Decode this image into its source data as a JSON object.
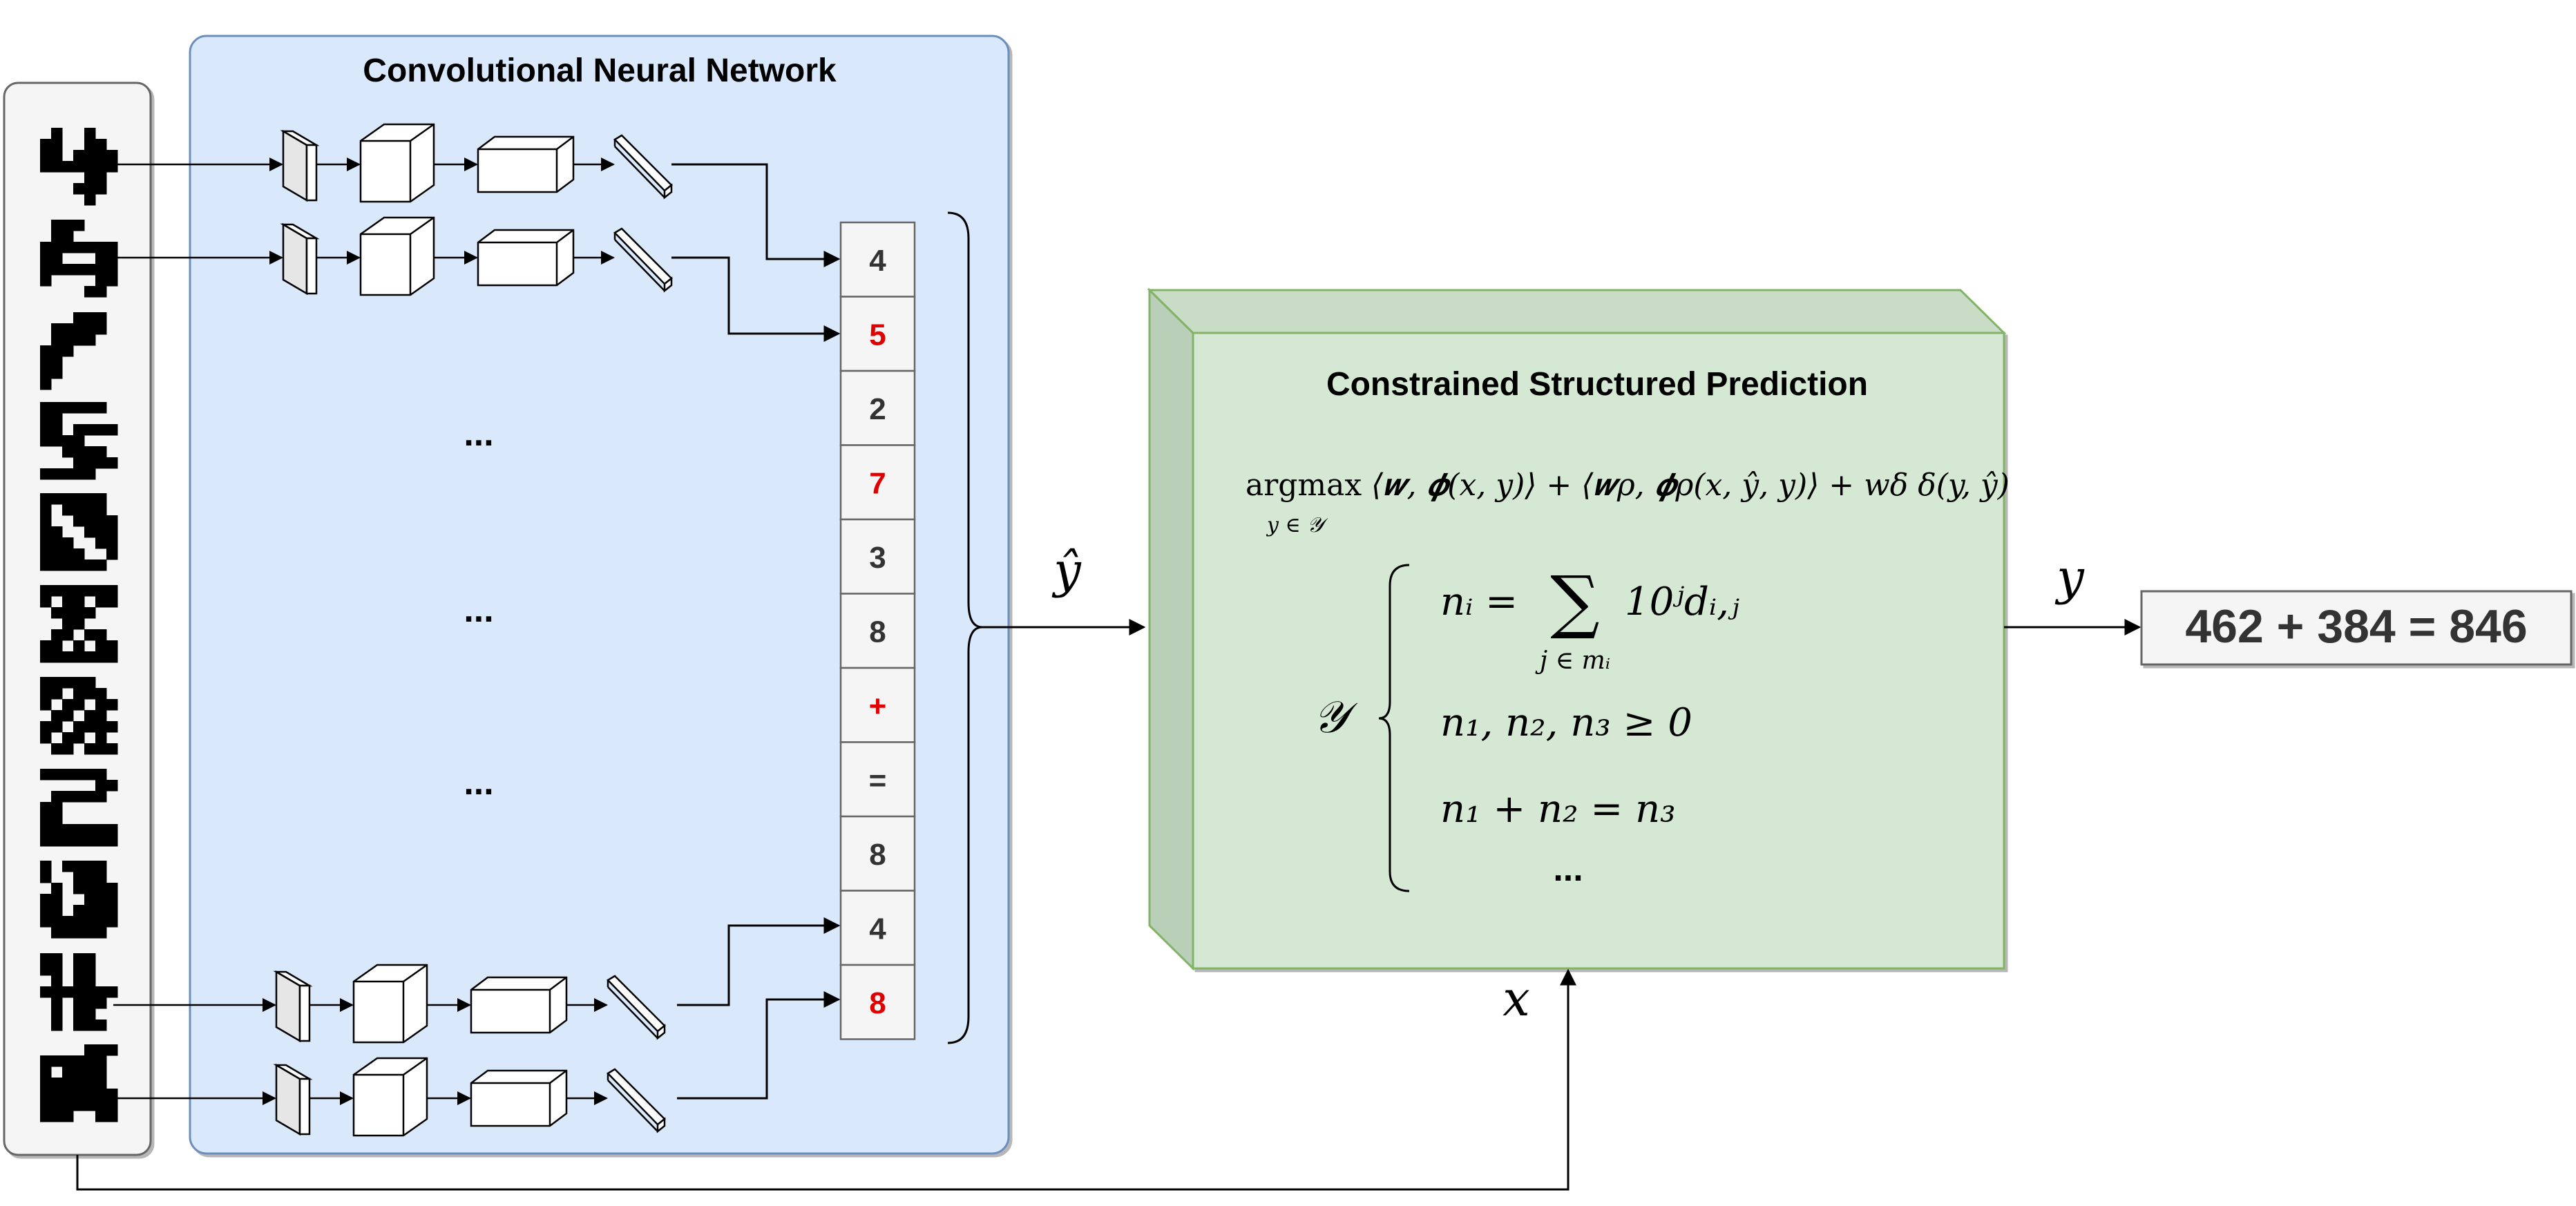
{
  "cnn": {
    "title": "Convolutional Neural Network",
    "ellipsis": [
      "...",
      "...",
      "..."
    ]
  },
  "sequence": [
    {
      "text": "4",
      "color": "#333333"
    },
    {
      "text": "5",
      "color": "#e00000"
    },
    {
      "text": "2",
      "color": "#333333"
    },
    {
      "text": "7",
      "color": "#e00000"
    },
    {
      "text": "3",
      "color": "#333333"
    },
    {
      "text": "8",
      "color": "#333333"
    },
    {
      "text": "+",
      "color": "#e00000"
    },
    {
      "text": "=",
      "color": "#333333"
    },
    {
      "text": "8",
      "color": "#333333"
    },
    {
      "text": "4",
      "color": "#333333"
    },
    {
      "text": "8",
      "color": "#e00000"
    }
  ],
  "csp": {
    "title": "Constrained Structured Prediction",
    "argmax": "argmax",
    "argmax_sub": "y ∈ 𝒴",
    "objective": "⟨𝒘, 𝝓(x, y)⟩ + ⟨𝒘ρ, 𝝓ρ(x, ŷ, y)⟩ + wδ δ(y, ŷ)",
    "set_label": "𝒴",
    "constraints": {
      "c1_lhs": "nᵢ =",
      "c1_sum": "∑",
      "c1_rhs": "10ʲdᵢ,ⱼ",
      "c1_sub": "j ∈ mᵢ",
      "c2": "n₁, n₂, n₃ ≥ 0",
      "c3": "n₁ + n₂ = n₃",
      "c4": "..."
    }
  },
  "labels": {
    "y_hat": "ŷ",
    "y": "y",
    "x": "x"
  },
  "result": {
    "text": "462 + 384 = 846"
  },
  "colors": {
    "cnn_fill": "#dae8fc",
    "cnn_stroke": "#6c8ebf",
    "csp_fill": "#d5e8d4",
    "csp_stroke": "#82b366",
    "csp_side": "#b9cfb7",
    "input_fill": "#f5f5f5",
    "highlight": "#e00000"
  }
}
